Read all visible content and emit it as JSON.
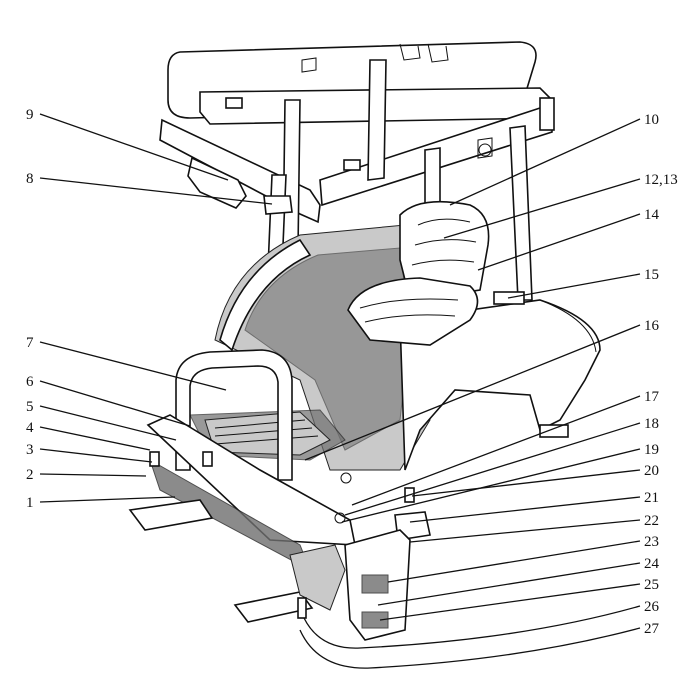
{
  "diagram": {
    "callouts": [
      {
        "id": "c9",
        "label": "9"
      },
      {
        "id": "c8",
        "label": "8"
      },
      {
        "id": "c7",
        "label": "7"
      },
      {
        "id": "c6",
        "label": "6"
      },
      {
        "id": "c5",
        "label": "5"
      },
      {
        "id": "c4",
        "label": "4"
      },
      {
        "id": "c3",
        "label": "3"
      },
      {
        "id": "c2",
        "label": "2"
      },
      {
        "id": "c1",
        "label": "1"
      },
      {
        "id": "c10",
        "label": "10"
      },
      {
        "id": "c1213",
        "label": "12,13"
      },
      {
        "id": "c14",
        "label": "14"
      },
      {
        "id": "c15",
        "label": "15"
      },
      {
        "id": "c16",
        "label": "16"
      },
      {
        "id": "c17",
        "label": "17"
      },
      {
        "id": "c18",
        "label": "18"
      },
      {
        "id": "c19",
        "label": "19"
      },
      {
        "id": "c20",
        "label": "20"
      },
      {
        "id": "c21",
        "label": "21"
      },
      {
        "id": "c22",
        "label": "22"
      },
      {
        "id": "c23",
        "label": "23"
      },
      {
        "id": "c24",
        "label": "24"
      },
      {
        "id": "c25",
        "label": "25"
      },
      {
        "id": "c26",
        "label": "26"
      },
      {
        "id": "c27",
        "label": "27"
      }
    ]
  }
}
